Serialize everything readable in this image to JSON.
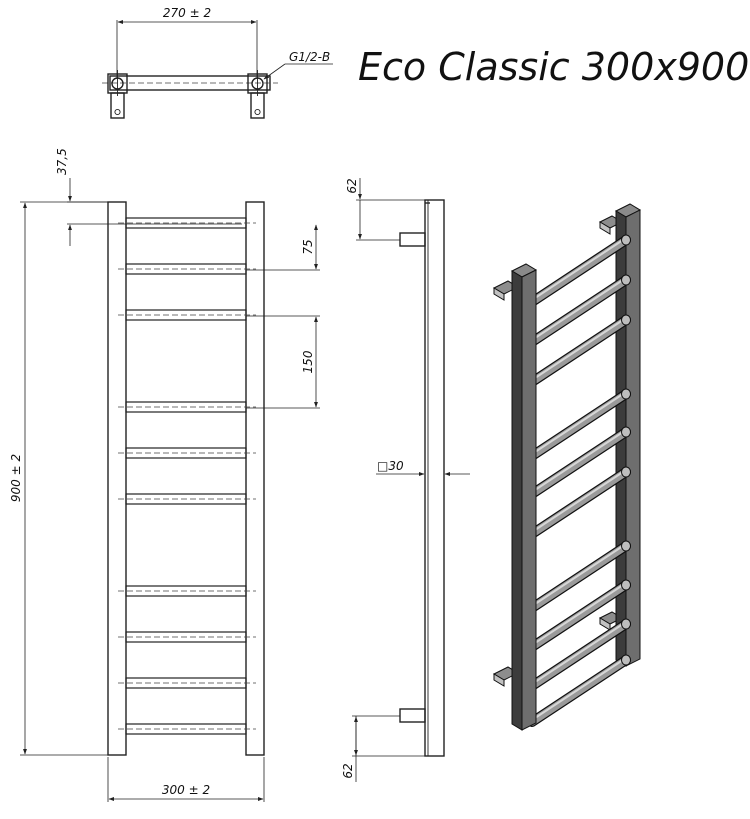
{
  "title": "Eco Classic  300x900",
  "dimensions": {
    "mount_width": "270 ± 2",
    "thread": "G1/2-B",
    "top_offset": "37,5",
    "rung_spacing_small": "75",
    "rung_spacing_large": "150",
    "height": "900 ± 2",
    "width": "300 ± 2",
    "side_top": "62",
    "side_bottom": "62",
    "profile": "□30"
  },
  "rungs_count": 10
}
